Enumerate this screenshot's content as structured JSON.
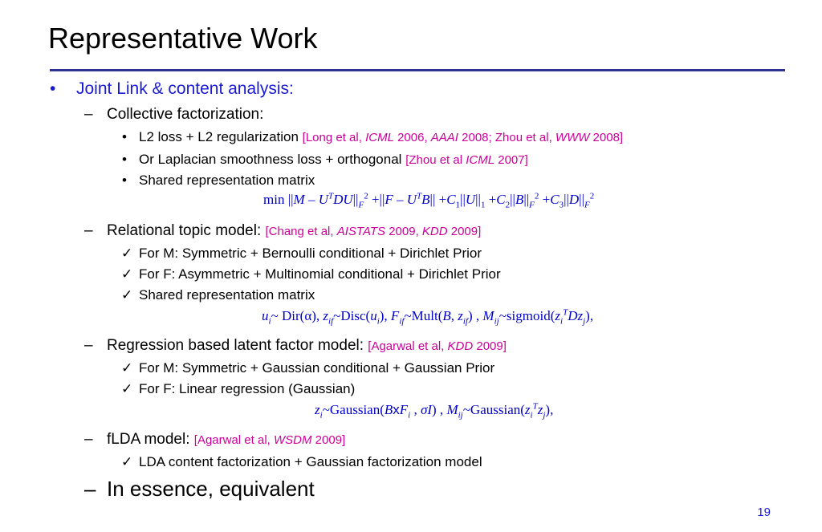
{
  "title": "Representative Work",
  "bullet1": "Joint Link & content analysis:",
  "cf": {
    "heading": "Collective factorization:",
    "item1": "L2 loss + L2 regularization",
    "item1_cite": {
      "a": "[Long et al, ",
      "b": "ICML",
      "c": " 2006, ",
      "d": "AAAI",
      "e": " 2008; Zhou et al, ",
      "f": "WWW",
      "g": " 2008]"
    },
    "item2": "Or Laplacian smoothness loss + orthogonal",
    "item2_cite": {
      "a": "[Zhou et al ",
      "b": "ICML",
      "c": " 2007]"
    },
    "item3": "Shared representation matrix"
  },
  "rtm": {
    "heading": "Relational topic model:",
    "cite": {
      "a": "[Chang et al, ",
      "b": "AISTATS",
      "c": " 2009, ",
      "d": "KDD",
      "e": " 2009]"
    },
    "items": [
      "For M: Symmetric + Bernoulli conditional + Dirichlet Prior",
      "For F: Asymmetric + Multinomial conditional + Dirichlet Prior",
      "Shared representation matrix"
    ]
  },
  "rlf": {
    "heading": "Regression based latent factor model:",
    "cite": {
      "a": "[Agarwal et al, ",
      "b": "KDD",
      "c": " 2009]"
    },
    "items": [
      "For M: Symmetric + Gaussian conditional + Gaussian Prior",
      "For F: Linear regression (Gaussian)"
    ]
  },
  "flda": {
    "heading": "fLDA model:",
    "cite": {
      "a": "[Agarwal et al, ",
      "b": "WSDM",
      "c": " 2009]"
    },
    "items": [
      "LDA content factorization + Gaussian factorization model"
    ]
  },
  "essence": "In essence, equivalent",
  "page_number": "19",
  "colors": {
    "accent_blue": "#1a1ad6",
    "citation": "#cc0099",
    "math": "#0000cc",
    "rule": "#2e3192"
  }
}
